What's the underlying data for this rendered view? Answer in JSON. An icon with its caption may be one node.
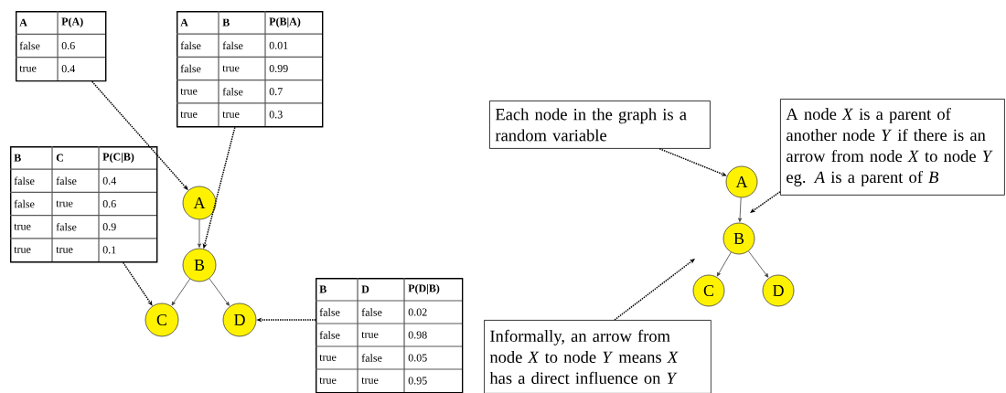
{
  "diagram": {
    "nodes": [
      {
        "text": [
          "A",
          "P(A)",
          "false",
          "0.6",
          "true",
          "0.4"
        ]
      },
      {
        "text": [
          "A",
          "B",
          "P(B|A)",
          "false",
          "false",
          "0.01",
          "false",
          "true",
          "0.99",
          "true",
          "false",
          "0.7",
          "true",
          "true",
          "0.3"
        ]
      },
      {
        "text": [
          "B",
          "C",
          "P(C|B)",
          "false",
          "false",
          "0.4",
          "false",
          "true",
          "0.6",
          "true",
          "false",
          "0.9",
          "true",
          "true",
          "0.1"
        ]
      },
      {
        "text": [
          "A"
        ]
      },
      {
        "text": [
          "B"
        ]
      },
      {
        "text": [
          "C"
        ]
      },
      {
        "text": [
          "D"
        ]
      },
      {
        "text": [
          "B",
          "D",
          "P(D|B)",
          "false",
          "false",
          "0.02",
          "false",
          "true",
          "0.98",
          "true",
          "false",
          "0.05",
          "true",
          "true",
          "0.95"
        ]
      },
      {
        "text": [
          "Each node in the graph is a random variable"
        ]
      },
      {
        "text": [
          "A node *X* is a parent of another node *Y* if there is an arrow from node *X* to node *Y* eg. *A* is a parent of *B*"
        ]
      },
      {
        "text": [
          "A"
        ]
      },
      {
        "text": [
          "B"
        ]
      },
      {
        "text": [
          "C"
        ]
      },
      {
        "text": [
          "D"
        ]
      },
      {
        "text": [
          "Informally, an arrow from node *X* to node *Y* means *X* has a direct influence on *Y*"
        ]
      }
    ],
    "edges": [
      {
        "from": 0,
        "to": 3,
        "arrow": "to",
        "style": "dashed"
      },
      {
        "from": 1,
        "to": 4,
        "arrow": "to",
        "style": "dashed"
      },
      {
        "from": 2,
        "to": 5,
        "arrow": "to",
        "style": "dashed"
      },
      {
        "from": 3,
        "to": 4,
        "arrow": "to"
      },
      {
        "from": 4,
        "to": 5,
        "arrow": "to"
      },
      {
        "from": 4,
        "to": 6,
        "arrow": "to"
      },
      {
        "from": 7,
        "to": 6,
        "arrow": "to",
        "style": "dashed"
      },
      {
        "from": 8,
        "to": 10,
        "arrow": "to",
        "style": "dashed"
      },
      {
        "from": 9,
        "to": null,
        "arrow": "to",
        "style": "dashed"
      },
      {
        "from": 10,
        "to": 11,
        "arrow": "to"
      },
      {
        "from": 11,
        "to": 12,
        "arrow": "to"
      },
      {
        "from": 11,
        "to": 13,
        "arrow": "to"
      },
      {
        "from": 14,
        "to": null,
        "arrow": "to",
        "style": "dashed"
      }
    ]
  }
}
